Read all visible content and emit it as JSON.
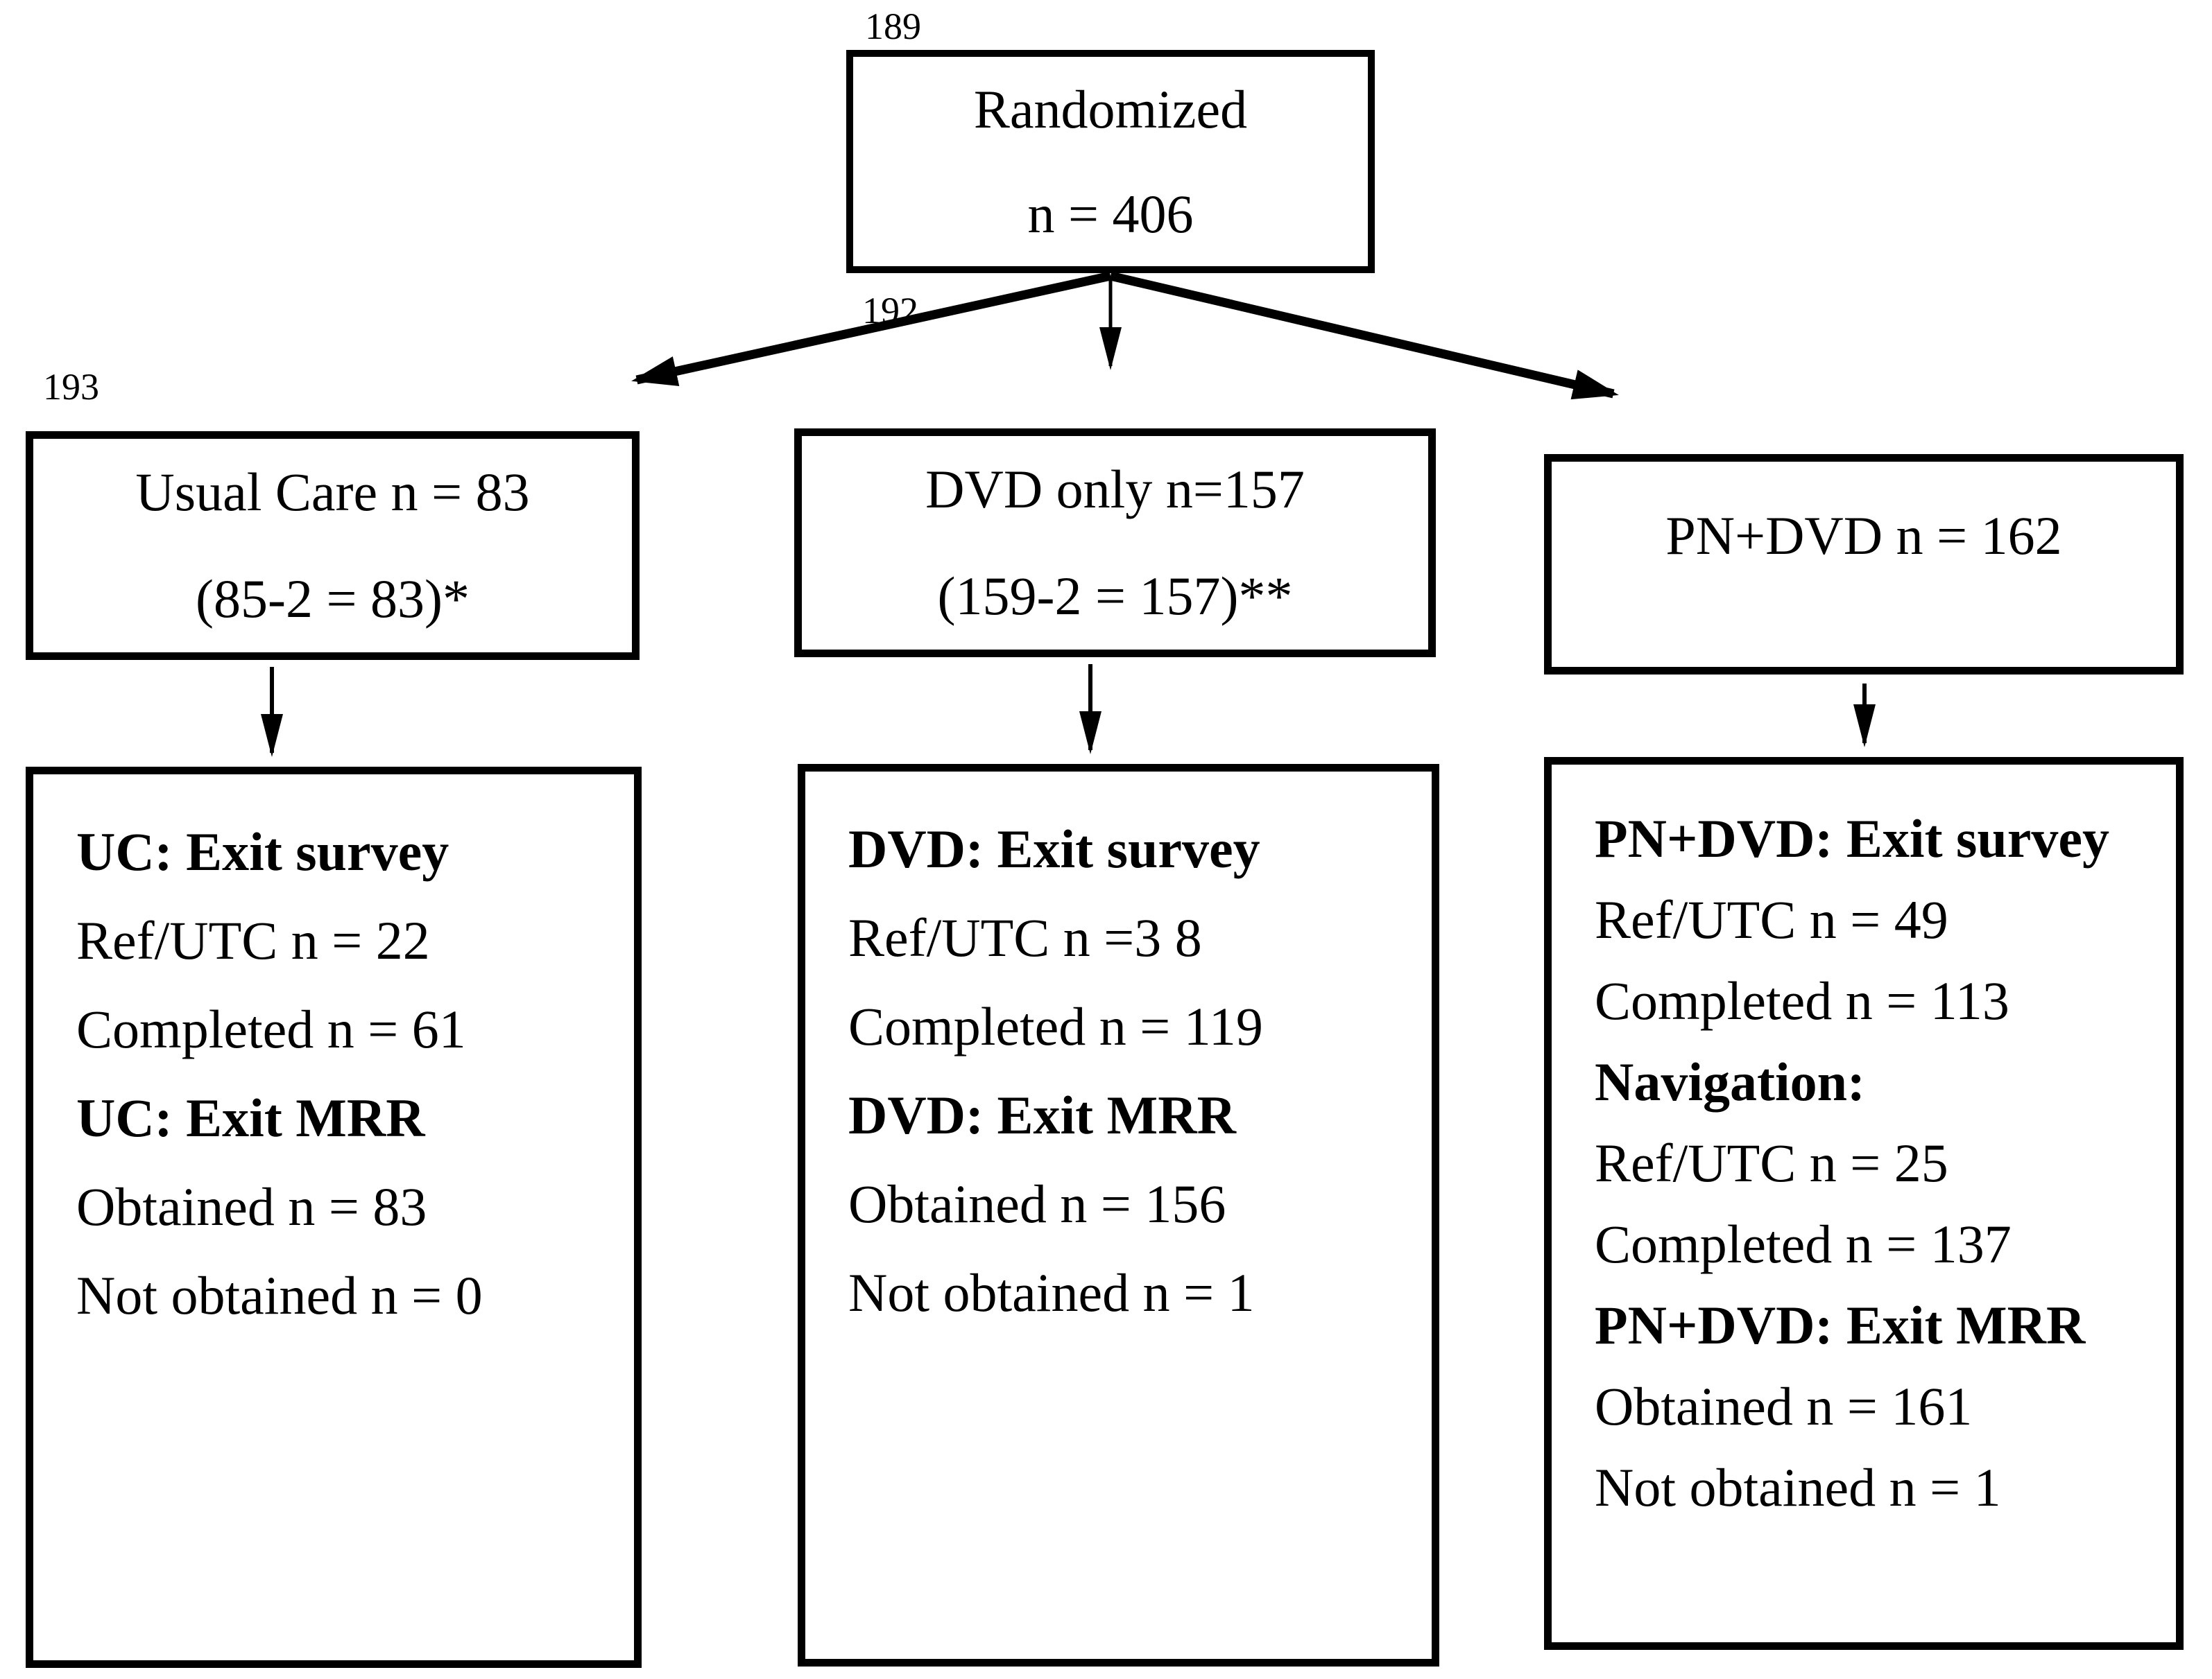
{
  "colors": {
    "ink": "#000000",
    "paper": "#ffffff"
  },
  "margin_line_numbers": {
    "n189": "189",
    "n192": "192",
    "n193": "193"
  },
  "randomized": {
    "title": "Randomized",
    "count": "n = 406"
  },
  "groups": {
    "usual_care": {
      "line1": "Usual Care n = 83",
      "line2": "(85-2 = 83)*"
    },
    "dvd_only": {
      "line1": "DVD only n=157",
      "line2": "(159-2 = 157)**"
    },
    "pn_dvd": {
      "line1": "PN+DVD n = 162"
    }
  },
  "details": {
    "uc": {
      "lines": [
        {
          "text": "UC: Exit survey",
          "bold": true
        },
        {
          "text": "Ref/UTC n = 22"
        },
        {
          "text": "Completed n = 61"
        },
        {
          "text": "UC: Exit MRR",
          "bold": true
        },
        {
          "text": "Obtained n = 83"
        },
        {
          "text": "Not obtained n = 0"
        }
      ]
    },
    "dvd": {
      "lines": [
        {
          "text": "DVD: Exit survey",
          "bold": true
        },
        {
          "text": "Ref/UTC n =3 8"
        },
        {
          "text": "Completed n = 119"
        },
        {
          "text": "DVD: Exit MRR",
          "bold": true
        },
        {
          "text": "Obtained n = 156"
        },
        {
          "text": "Not obtained n = 1"
        }
      ]
    },
    "pn": {
      "lines": [
        {
          "text": "PN+DVD: Exit survey",
          "bold": true
        },
        {
          "text": "Ref/UTC n = 49"
        },
        {
          "text": "Completed n = 113"
        },
        {
          "text": "Navigation:",
          "bold": true
        },
        {
          "text": "Ref/UTC n = 25"
        },
        {
          "text": "Completed n = 137"
        },
        {
          "text": "PN+DVD: Exit MRR",
          "bold": true
        },
        {
          "text": "Obtained n = 161"
        },
        {
          "text": "Not obtained n = 1"
        }
      ]
    }
  }
}
